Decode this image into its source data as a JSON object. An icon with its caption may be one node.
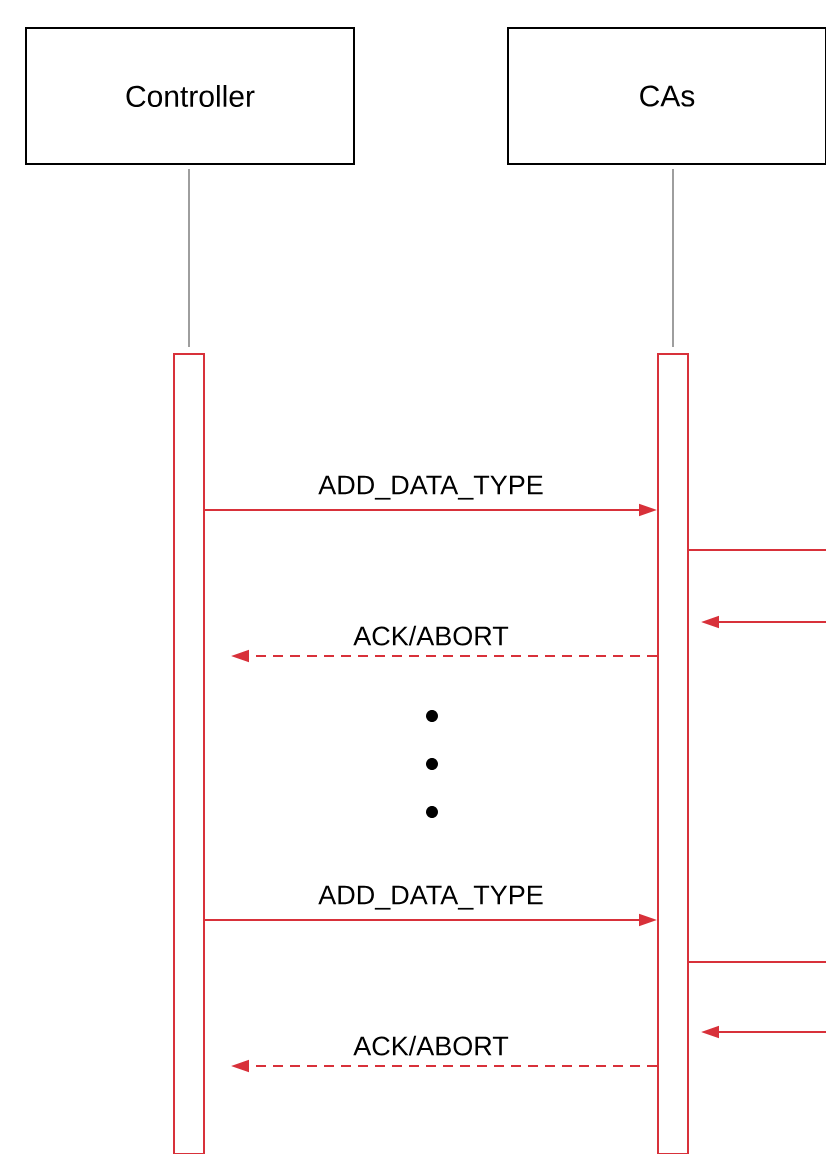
{
  "diagram": {
    "nodes": [
      {
        "text": [
          "Controller"
        ]
      },
      {
        "text": [
          "CAs"
        ]
      },
      {
        "text": [],
        "shape": "bar"
      },
      {
        "text": [],
        "shape": "bar"
      }
    ],
    "edges": [
      {
        "from": 0,
        "to": 2,
        "arrow": "none",
        "color": "#9e9e9e"
      },
      {
        "from": 1,
        "to": 3,
        "arrow": "none",
        "color": "#9e9e9e"
      },
      {
        "from": 2,
        "to": 3,
        "arrow": "to",
        "label": "ADD_DATA_TYPE"
      },
      {
        "from": 3,
        "to": null,
        "arrow": "none"
      },
      {
        "from": null,
        "to": 3,
        "arrow": "to"
      },
      {
        "from": 3,
        "to": 2,
        "arrow": "to",
        "style": "dashed",
        "label": "ACK/ABORT"
      },
      {
        "from": 2,
        "to": 3,
        "arrow": "to",
        "label": "ADD_DATA_TYPE"
      },
      {
        "from": 3,
        "to": null,
        "arrow": "none"
      },
      {
        "from": null,
        "to": 3,
        "arrow": "to"
      },
      {
        "from": 3,
        "to": 2,
        "arrow": "to",
        "style": "dashed",
        "label": "ACK/ABORT"
      }
    ]
  }
}
